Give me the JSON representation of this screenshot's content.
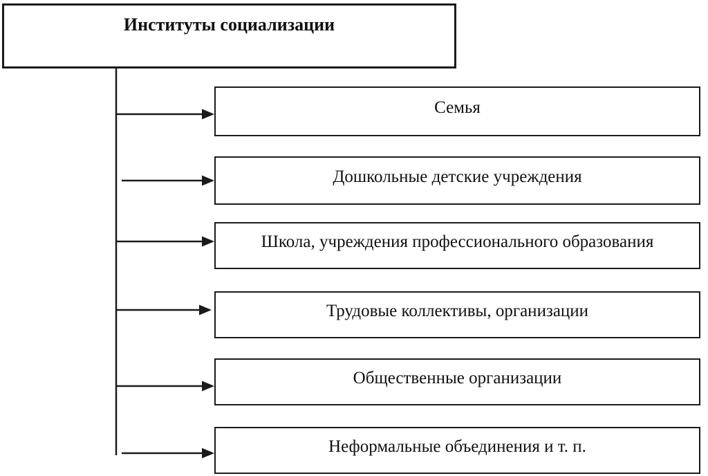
{
  "diagram": {
    "title": "Институты социализации",
    "nodes": [
      {
        "label": "Семья"
      },
      {
        "label": "Дошкольные детские учреждения"
      },
      {
        "label": "Школа, учреждения профессионального образования"
      },
      {
        "label": "Трудовые коллективы, организации"
      },
      {
        "label": "Общественные организации"
      },
      {
        "label": "Неформальные объединения и т. п."
      }
    ],
    "colors": {
      "line": "#1a1a1a",
      "border": "#1a1a1a",
      "text": "#111111",
      "background": "#ffffff"
    }
  }
}
